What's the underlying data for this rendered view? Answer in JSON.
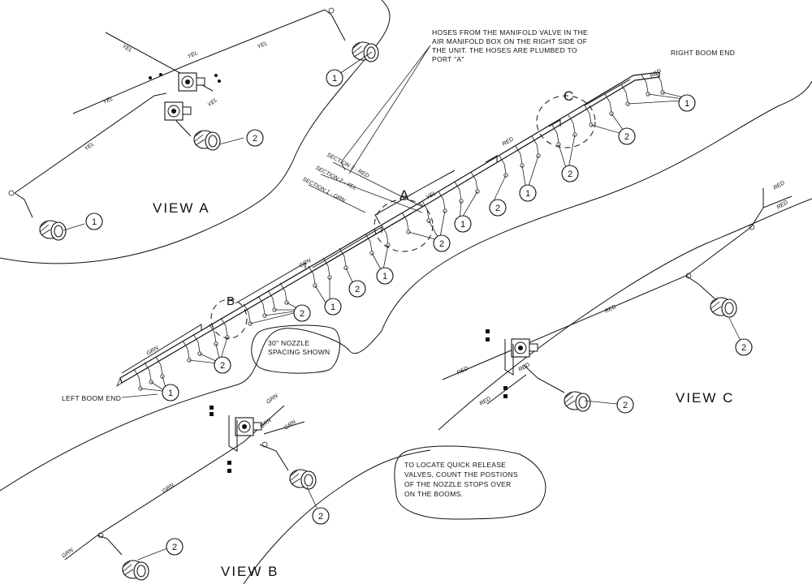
{
  "views": {
    "a": "VIEW  A",
    "b": "VIEW  B",
    "c": "VIEW  C"
  },
  "detail_markers": {
    "a": "A",
    "b": "B",
    "c": "C"
  },
  "notes": {
    "hoses": [
      "HOSES FROM THE MANIFOLD VALVE IN THE",
      "AIR MANIFOLD BOX ON THE RIGHT SIDE OF",
      "THE UNIT. THE HOSES ARE PLUMBED TO",
      "PORT \"A\""
    ],
    "right_boom_end": "RIGHT BOOM END",
    "left_boom_end": "LEFT BOOM END",
    "spacing": [
      "30\" NOZZLE",
      "SPACING SHOWN"
    ],
    "quick_release": [
      "TO LOCATE QUICK RELEASE",
      "VALVES, COUNT THE POSTIONS",
      "OF THE NOZZLE STOPS OVER",
      "ON THE BOOMS."
    ]
  },
  "sections": {
    "s3": "SECTION 3 - RED",
    "s2": "SECTION 2 - YEL",
    "s1": "SECTION 1 - GRN"
  },
  "hose_labels": {
    "yel": "YEL",
    "red": "RED",
    "grn": "GRN"
  },
  "callouts": {
    "one": "1",
    "two": "2"
  },
  "colors": {
    "line": "#111111",
    "background": "#ffffff"
  },
  "icons": [
    "quick-release-valve-icon",
    "manifold-valve-icon",
    "nozzle-icon"
  ]
}
